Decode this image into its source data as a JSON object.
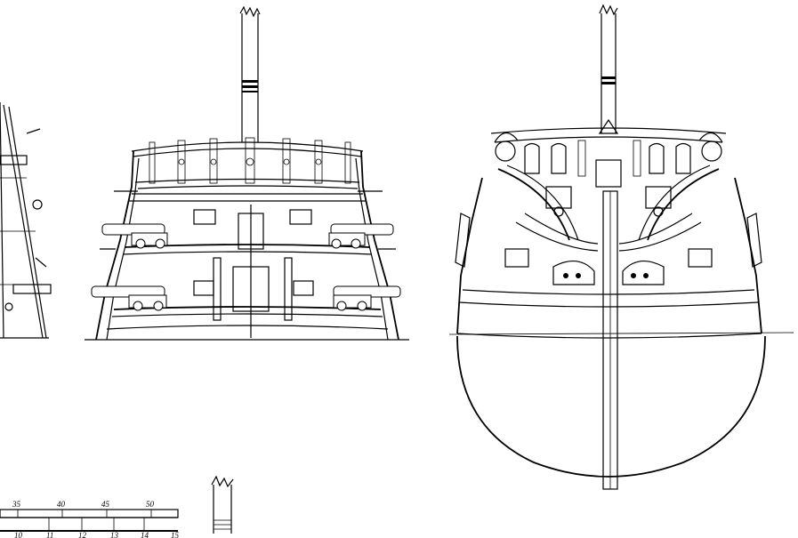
{
  "views": [
    {
      "id": "partial-section-left"
    },
    {
      "id": "midship-section"
    },
    {
      "id": "stern-view"
    }
  ],
  "scale_bar": {
    "top_labels": [
      "35",
      "40",
      "45",
      "50"
    ],
    "bottom_labels": [
      "10",
      "11",
      "12",
      "13",
      "14",
      "15"
    ]
  }
}
